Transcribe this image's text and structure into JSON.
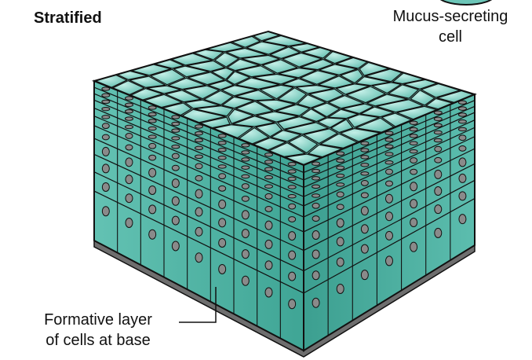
{
  "figure": {
    "title": "Stratified",
    "labels": {
      "mucus_cell": [
        "Mucus-secreting",
        "cell"
      ],
      "formative_layer": [
        "Formative layer",
        "of cells at base"
      ]
    },
    "colors": {
      "tissue": "#4fb5a6",
      "tissue_light": "#8fd6c9",
      "tissue_dark": "#2d8f81",
      "nucleus": "#8a8a8a",
      "outline": "#111111",
      "basement": "#6e6e6e"
    }
  }
}
